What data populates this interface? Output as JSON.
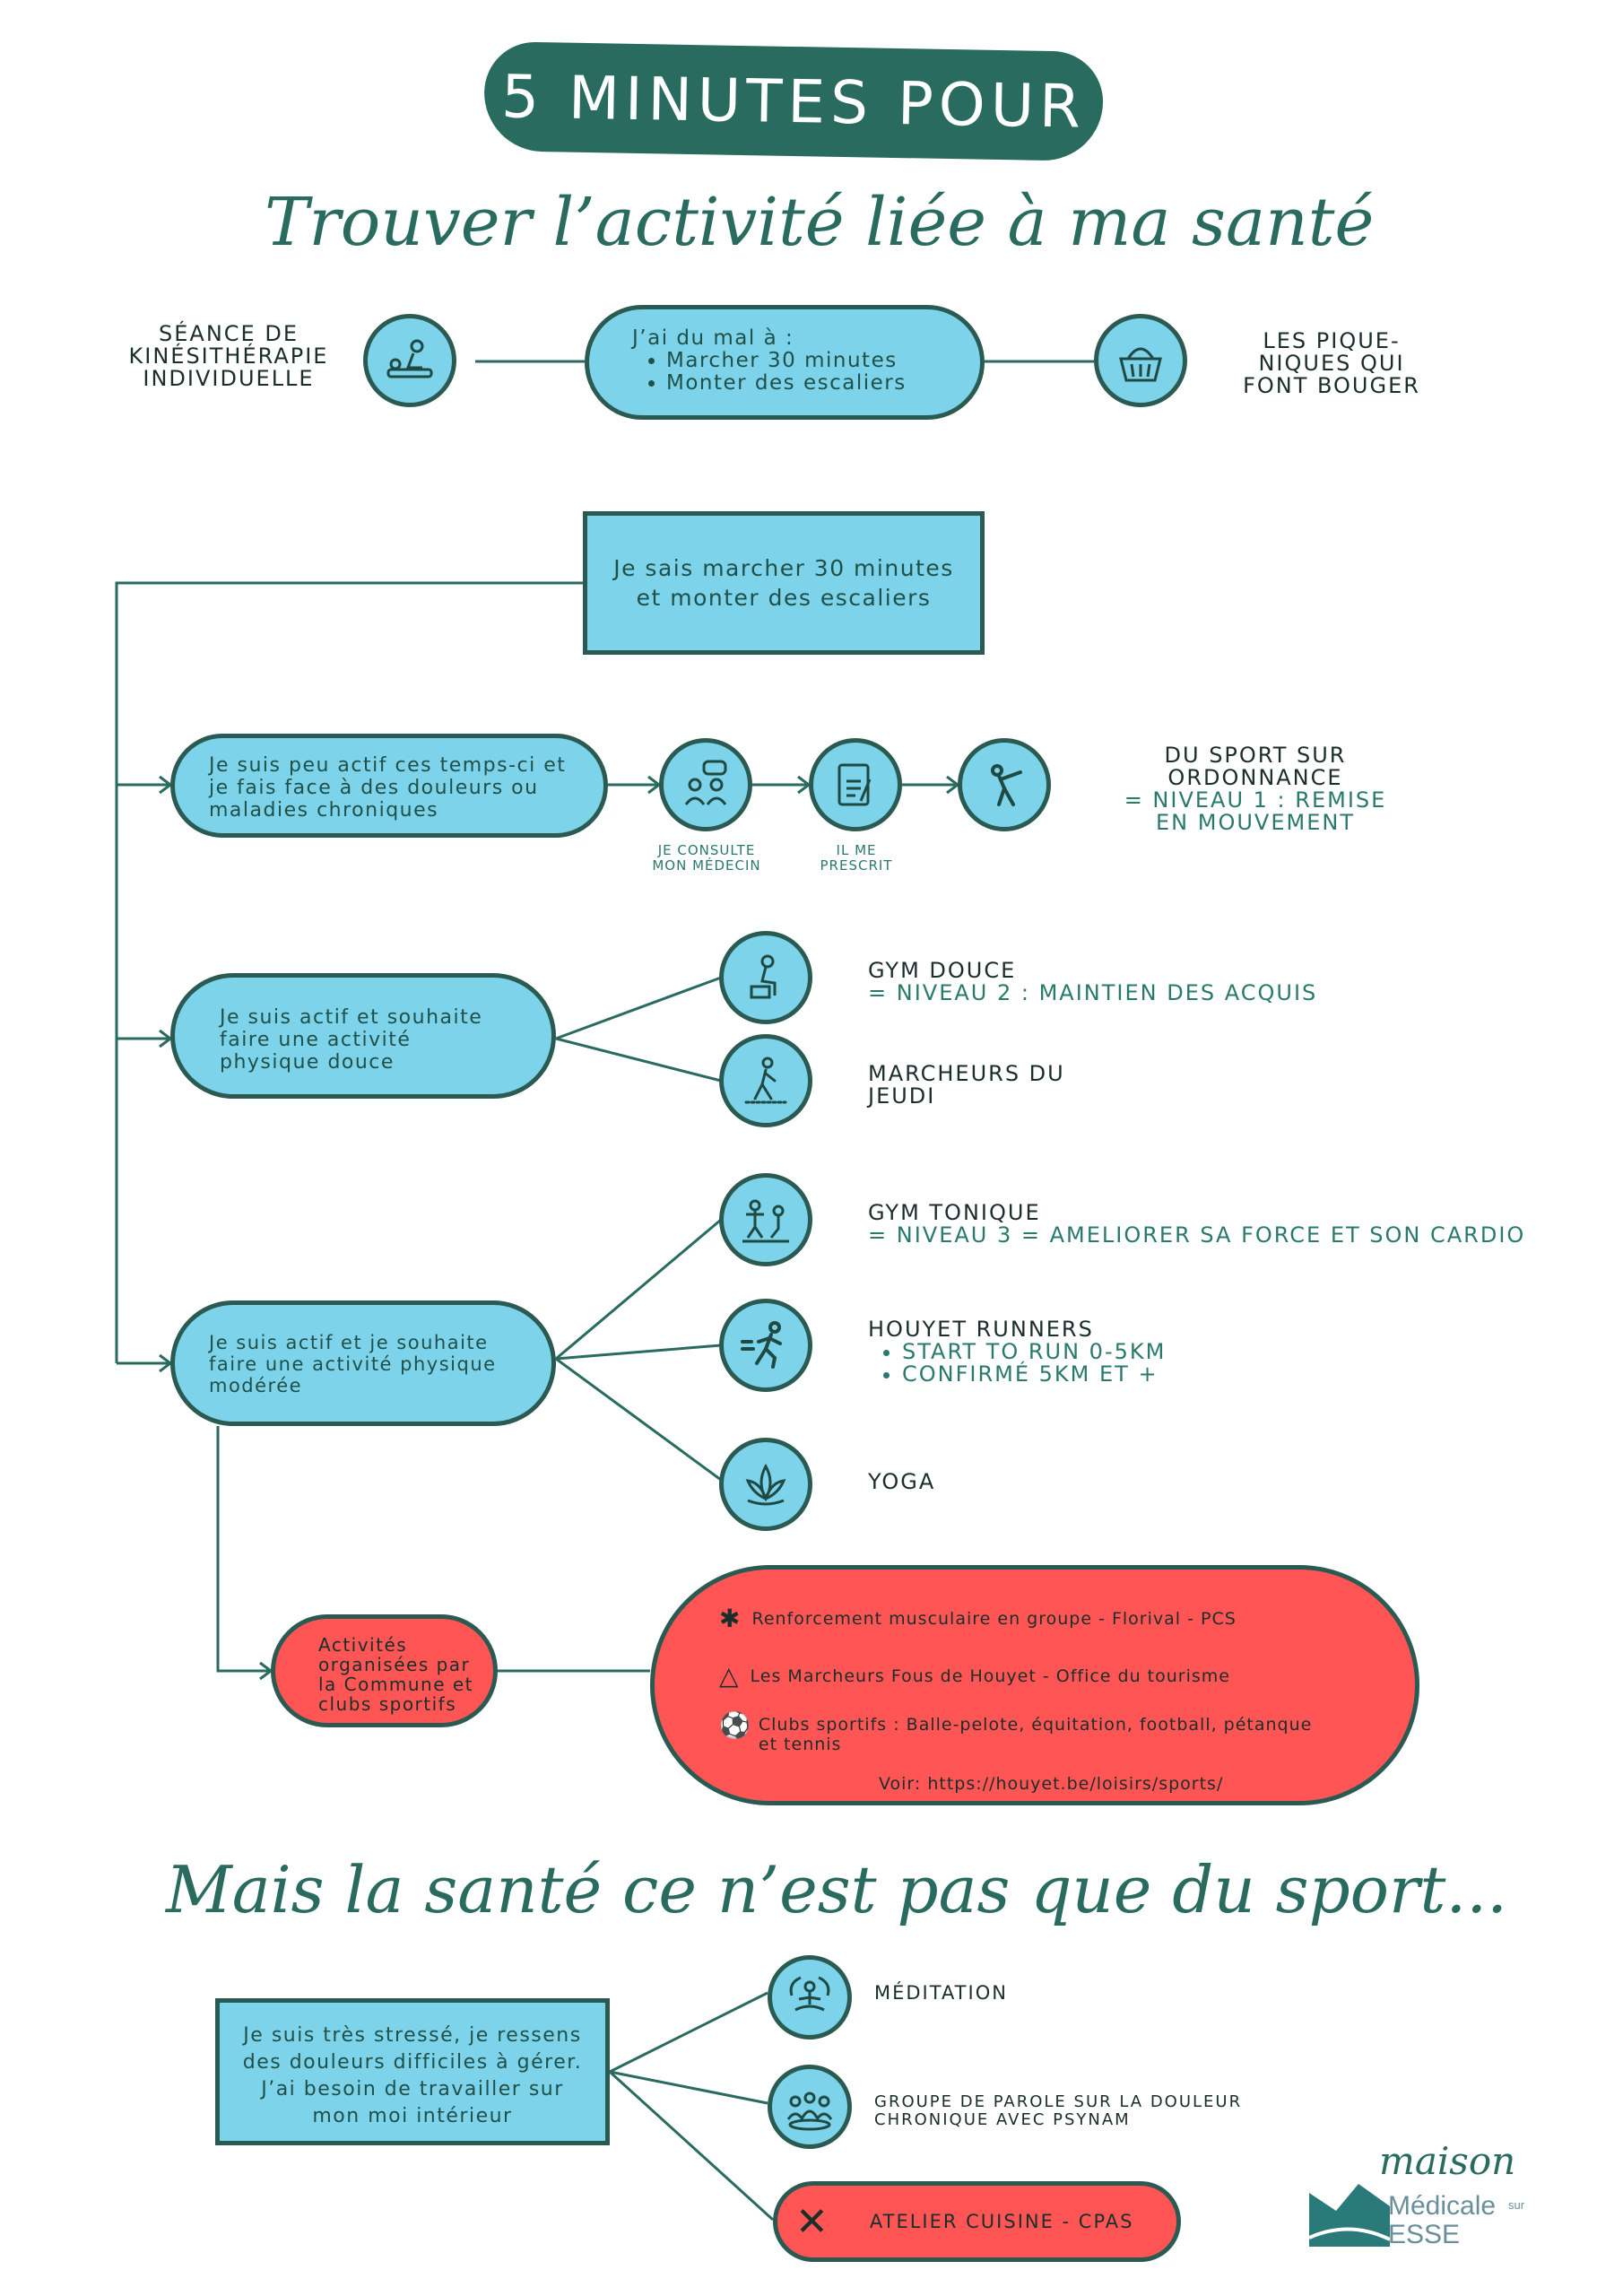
{
  "banner": "5 MINUTES POUR",
  "title": "Trouver l’activité liée à ma santé",
  "top": {
    "left_label": "SÉANCE DE KINÉSITHÉRAPIE INDIVIDUELLE",
    "center_intro": "J’ai du mal à :",
    "center_items": [
      "Marcher 30 minutes",
      "Monter des escaliers"
    ],
    "right_label": "LES PIQUE-NIQUES QUI FONT BOUGER"
  },
  "mid_box": "Je sais marcher 30 minutes et monter des escaliers",
  "branch1": {
    "text": "Je suis peu actif ces temps-ci et je fais face à des douleurs ou maladies chroniques",
    "step1": "JE CONSULTE MON MÉDECIN",
    "step2": "IL ME PRESCRIT",
    "result_title": "DU SPORT SUR ORDONNANCE",
    "result_level": "= NIVEAU 1 : REMISE EN MOUVEMENT"
  },
  "branch2": {
    "text": "Je suis actif et souhaite faire une activité physique douce",
    "opt1_title": "GYM DOUCE",
    "opt1_level": "= NIVEAU 2 : MAINTIEN DES ACQUIS",
    "opt2_title": "MARCHEURS DU JEUDI"
  },
  "branch3": {
    "text": "Je suis actif et je souhaite faire une activité physique modérée",
    "opt1_title": "GYM TONIQUE",
    "opt1_level": "= NIVEAU 3 = AMELIORER SA FORCE ET SON CARDIO",
    "opt2_title": "HOUYET RUNNERS",
    "opt2_items": [
      "START TO RUN 0-5KM",
      "CONFIRMÉ 5KM ET +"
    ],
    "opt3_title": "YOGA"
  },
  "commune": {
    "text": "Activités organisées par la Commune et clubs sportifs",
    "items": [
      "Renforcement musculaire en groupe - Florival - PCS",
      "Les Marcheurs Fous de Houyet - Office du tourisme",
      "Clubs sportifs : Balle-pelote, équitation, football, pétanque et tennis"
    ],
    "link": "Voir: https://houyet.be/loisirs/sports/"
  },
  "subtitle": "Mais la santé ce n’est pas que du sport...",
  "stress": {
    "text": "Je suis très stressé, je ressens des douleurs difficiles à gérer. J’ai besoin de travailler sur mon moi intérieur",
    "opt1": "MÉDITATION",
    "opt2": "GROUPE DE PAROLE SUR LA DOULEUR CHRONIQUE AVEC PSYNAM",
    "opt3": "ATELIER CUISINE - CPAS"
  },
  "logo": {
    "line1": "maison",
    "line2": "Médicale",
    "line3": "sur",
    "line4": "ESSE"
  },
  "colors": {
    "teal": "#2a6b60",
    "blue": "#7dd3ea",
    "red": "#ff5555",
    "border": "#2a5a52"
  }
}
